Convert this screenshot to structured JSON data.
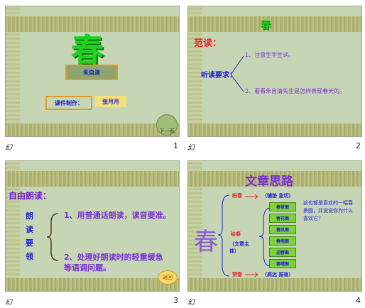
{
  "slides": [
    {
      "number": "1",
      "title": "春",
      "name_box": "朱自清",
      "maker_label": "课件制作：",
      "author": "张月月",
      "next_button": "下一页"
    },
    {
      "number": "2",
      "logo": "春",
      "section": "范读：",
      "requirement": "听读要求：",
      "items": [
        "1、注意生字生词。",
        "2、看看朱自清先生是怎样表现春天的。"
      ]
    },
    {
      "number": "3",
      "section": "自由朗读：",
      "vertical_label": "朗读要领",
      "items": [
        "1、用普通话朗读，读音要准。",
        "2、处理好朗读时的轻重缓急等语调问题。"
      ],
      "return_button": "返回"
    },
    {
      "number": "4",
      "title": "文章思路",
      "chun": "春",
      "parts": [
        {
          "label": "盼春",
          "detail": "（铺垫  急切）"
        },
        {
          "label": "绘春",
          "detail": "（文章主体）"
        },
        {
          "label": "赞春",
          "detail": "（高远  振奋）"
        }
      ],
      "pictures": [
        "春草图",
        "春花图",
        "春风图",
        "春雨图",
        "迎春图",
        "春晴图"
      ],
      "note": "这也都是喜欢的一幅春景图，并说说你为什么喜欢它？"
    }
  ],
  "slide_mark": "幻"
}
